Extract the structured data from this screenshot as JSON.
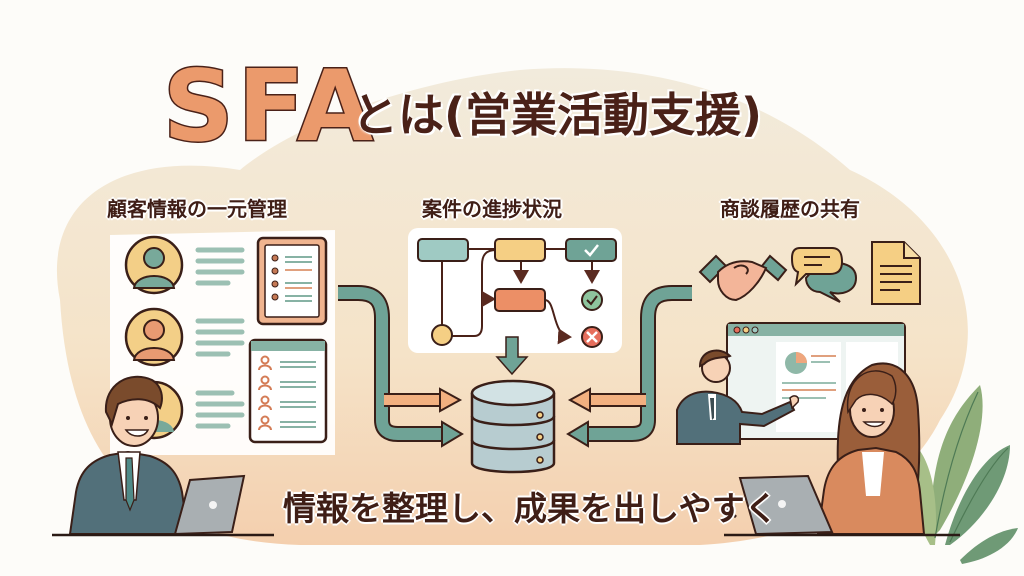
{
  "title": {
    "main": "SFA",
    "subtitle": "とは(営業活動支援)"
  },
  "sections": [
    {
      "id": "customer",
      "label": "顧客情報の一元管理"
    },
    {
      "id": "progress",
      "label": "案件の進捗状況"
    },
    {
      "id": "history",
      "label": "商談履歴の共有"
    }
  ],
  "tagline": "情報を整理し、成果を出しやすく",
  "icons": {
    "left": [
      "customer-avatar-icon",
      "contact-list-icon",
      "salesman-with-laptop"
    ],
    "center": [
      "flowchart-icon",
      "database-icon"
    ],
    "right": [
      "handshake-icon",
      "chat-bubbles-icon",
      "document-icon",
      "dashboard-window-icon",
      "presenter-person",
      "saleswoman-with-laptop",
      "plant-leaves"
    ]
  },
  "colors": {
    "accent_orange": "#eb9a6c",
    "dark_brown": "#4a2118",
    "teal": "#6fa396",
    "sand": "#f3e6cf",
    "peach": "#f5d6b8",
    "yellow": "#f5cf84"
  }
}
